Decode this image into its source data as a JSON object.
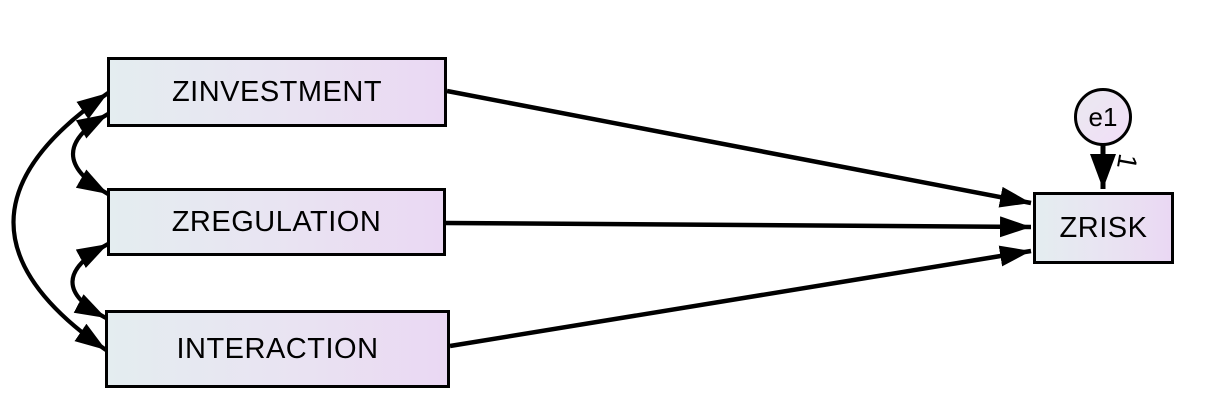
{
  "diagram": {
    "kind": "structural-path-model",
    "nodes": {
      "zinvestment": {
        "label": "ZINVESTMENT",
        "shape": "rectangle",
        "role": "observed-predictor"
      },
      "zregulation": {
        "label": "ZREGULATION",
        "shape": "rectangle",
        "role": "observed-predictor"
      },
      "interaction": {
        "label": "INTERACTION",
        "shape": "rectangle",
        "role": "observed-predictor"
      },
      "zrisk": {
        "label": "ZRISK",
        "shape": "rectangle",
        "role": "observed-outcome"
      },
      "e1": {
        "label": "e1",
        "shape": "circle",
        "role": "error-term"
      }
    },
    "labels": {
      "e1_weight": "1"
    },
    "paths": [
      {
        "from": "ZINVESTMENT",
        "to": "ZRISK",
        "type": "regression"
      },
      {
        "from": "ZREGULATION",
        "to": "ZRISK",
        "type": "regression"
      },
      {
        "from": "INTERACTION",
        "to": "ZRISK",
        "type": "regression"
      },
      {
        "from": "e1",
        "to": "ZRISK",
        "type": "error",
        "weight": "1"
      }
    ],
    "covariances": [
      {
        "between": [
          "ZINVESTMENT",
          "ZREGULATION"
        ]
      },
      {
        "between": [
          "ZREGULATION",
          "INTERACTION"
        ]
      },
      {
        "between": [
          "ZINVESTMENT",
          "INTERACTION"
        ]
      }
    ],
    "colors": {
      "background": "#ffffff",
      "stroke": "#000000",
      "node_fill_left": "#e4edf0",
      "node_fill_right": "#ead8f3",
      "text": "#000000"
    }
  }
}
